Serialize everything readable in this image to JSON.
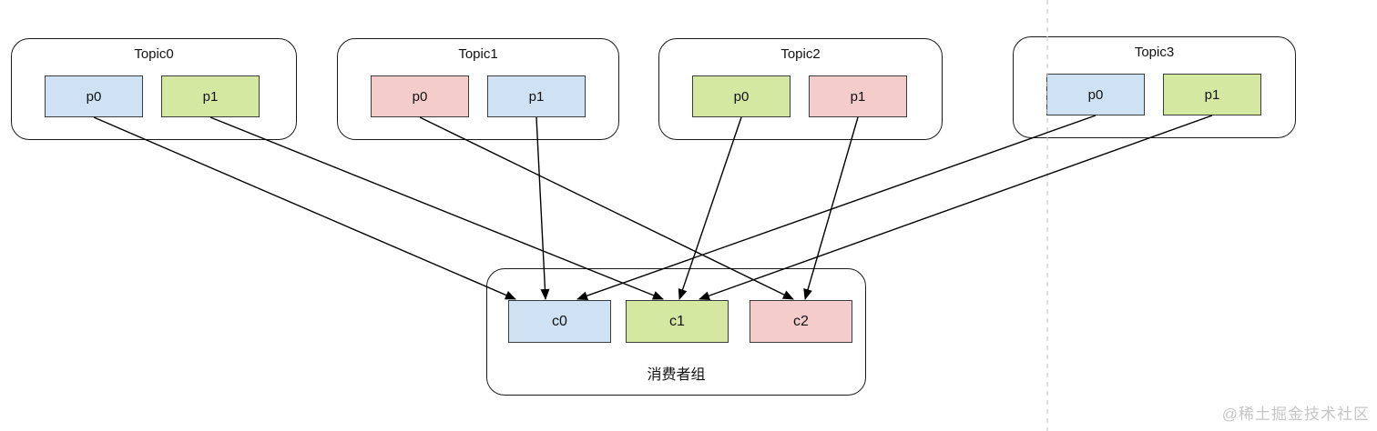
{
  "colors": {
    "blue": "#cfe2f3",
    "green": "#d5e8a2",
    "pink": "#f4cccc",
    "box_border": "#1a1a1a",
    "arrow": "#000000",
    "dashed_line": "#cccccc",
    "watermark": "#c5c5c5"
  },
  "topics": [
    {
      "label": "Topic0",
      "partitions": [
        {
          "id": "t0p0",
          "label": "p0",
          "color": "blue"
        },
        {
          "id": "t0p1",
          "label": "p1",
          "color": "green"
        }
      ]
    },
    {
      "label": "Topic1",
      "partitions": [
        {
          "id": "t1p0",
          "label": "p0",
          "color": "pink"
        },
        {
          "id": "t1p1",
          "label": "p1",
          "color": "blue"
        }
      ]
    },
    {
      "label": "Topic2",
      "partitions": [
        {
          "id": "t2p0",
          "label": "p0",
          "color": "green"
        },
        {
          "id": "t2p1",
          "label": "p1",
          "color": "pink"
        }
      ]
    },
    {
      "label": "Topic3",
      "partitions": [
        {
          "id": "t3p0",
          "label": "p0",
          "color": "blue"
        },
        {
          "id": "t3p1",
          "label": "p1",
          "color": "green"
        }
      ]
    }
  ],
  "consumer_group": {
    "label": "消费者组",
    "consumers": [
      {
        "id": "c0",
        "label": "c0",
        "color": "blue"
      },
      {
        "id": "c1",
        "label": "c1",
        "color": "green"
      },
      {
        "id": "c2",
        "label": "c2",
        "color": "pink"
      }
    ]
  },
  "edges": [
    {
      "from": "t0p0",
      "to": "c0"
    },
    {
      "from": "t1p1",
      "to": "c0"
    },
    {
      "from": "t3p0",
      "to": "c0"
    },
    {
      "from": "t0p1",
      "to": "c1"
    },
    {
      "from": "t2p0",
      "to": "c1"
    },
    {
      "from": "t3p1",
      "to": "c1"
    },
    {
      "from": "t1p0",
      "to": "c2"
    },
    {
      "from": "t2p1",
      "to": "c2"
    }
  ],
  "watermark": {
    "text": "@稀土掘金技术社区"
  }
}
